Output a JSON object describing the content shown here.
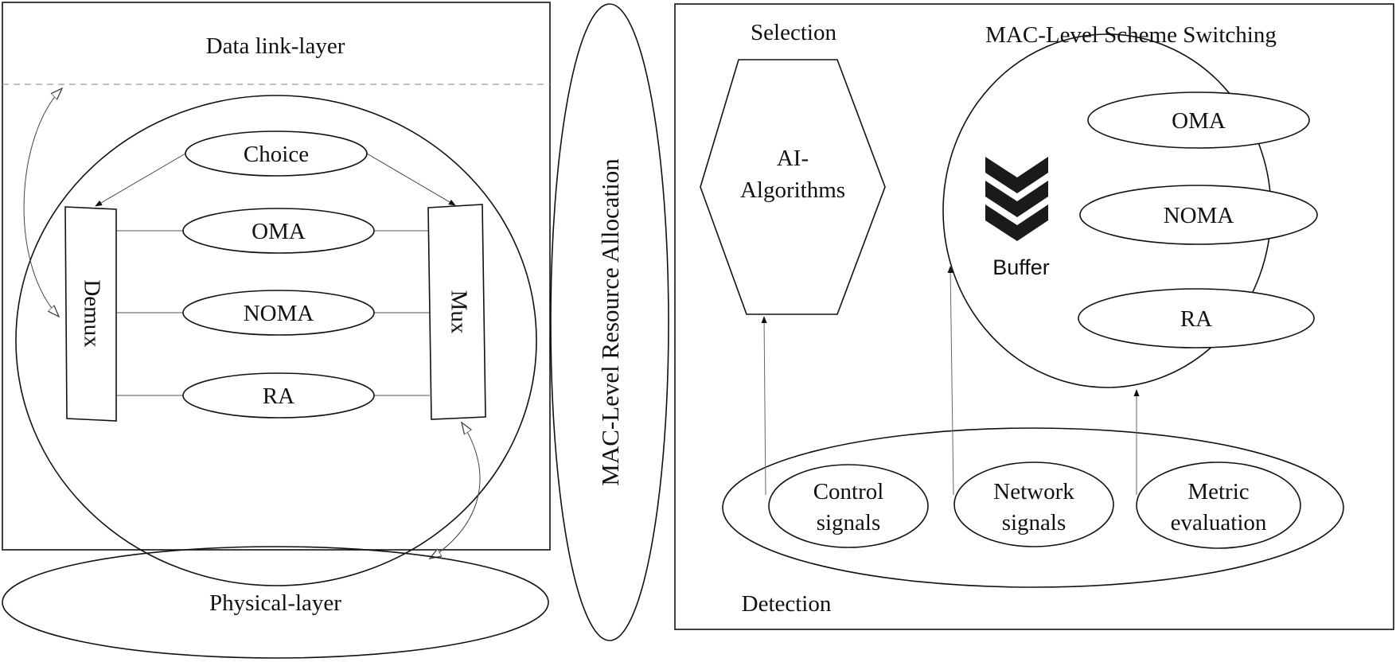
{
  "left_panel": {
    "title": "Data link-layer",
    "choice": "Choice",
    "demux": "Demux",
    "mux": "Mux",
    "schemes": [
      "OMA",
      "NOMA",
      "RA"
    ]
  },
  "physical_layer": "Physical-layer",
  "center_label": "MAC-Level Resource Allocation",
  "right_panel": {
    "selection_label": "Selection",
    "ai_line1": "AI-",
    "ai_line2": "Algorithms",
    "switching_label": "MAC-Level Scheme Switching",
    "schemes": [
      "OMA",
      "NOMA",
      "RA"
    ],
    "buffer_label": "Buffer",
    "detection_label": "Detection",
    "signals": [
      {
        "line1": "Control",
        "line2": "signals"
      },
      {
        "line1": "Network",
        "line2": "signals"
      },
      {
        "line1": "Metric",
        "line2": "evaluation"
      }
    ]
  },
  "colors": {
    "line": "#111111",
    "arrow_fill": "#ffffff",
    "buffer_chevron": "#1a1a1a"
  }
}
